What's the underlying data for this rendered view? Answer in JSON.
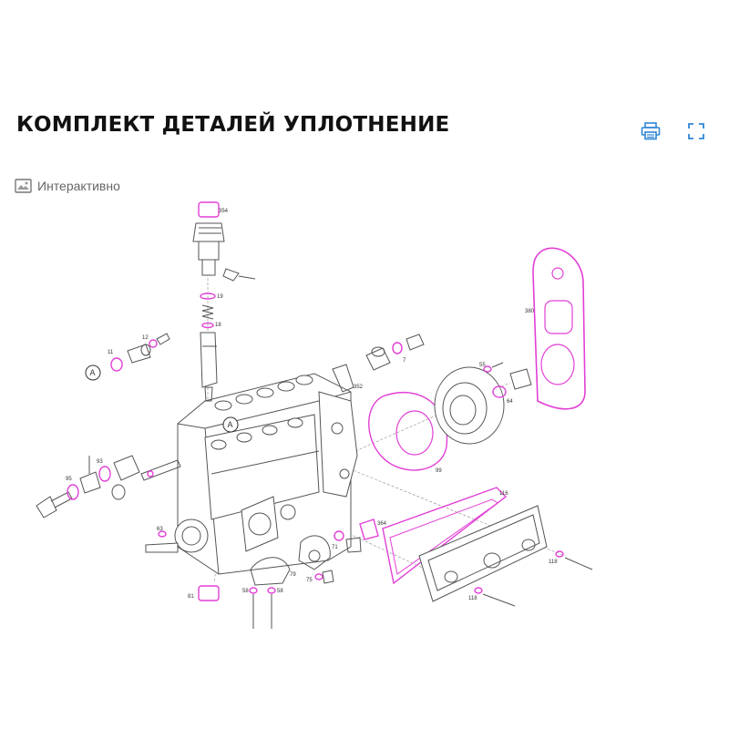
{
  "header": {
    "title": "КОМПЛЕКТ ДЕТАЛЕЙ УПЛОТНЕНИЕ"
  },
  "toolbar": {
    "print_icon": "print-icon",
    "fullscreen_icon": "fullscreen-icon"
  },
  "view_toggle": {
    "label": "Интерактивно",
    "icon": "image-icon"
  },
  "colors": {
    "accent": "#2f86d6",
    "highlight": "#e23fd6",
    "line": "#555555"
  },
  "diagram": {
    "callouts": {
      "c354": "354",
      "c19": "19",
      "c18": "18",
      "c12": "12",
      "c11": "11",
      "cA1": "A",
      "cA2": "A",
      "c7": "7",
      "c352": "352",
      "c380": "380",
      "c55": "55",
      "c64": "64",
      "c99": "99",
      "c95": "95",
      "c93": "93",
      "c116": "116",
      "c63": "63",
      "c364": "364",
      "c71": "71",
      "c79": "79",
      "c75": "75",
      "c81": "81",
      "c58a": "58",
      "c58b": "58",
      "c118a": "118",
      "c118b": "118"
    }
  }
}
